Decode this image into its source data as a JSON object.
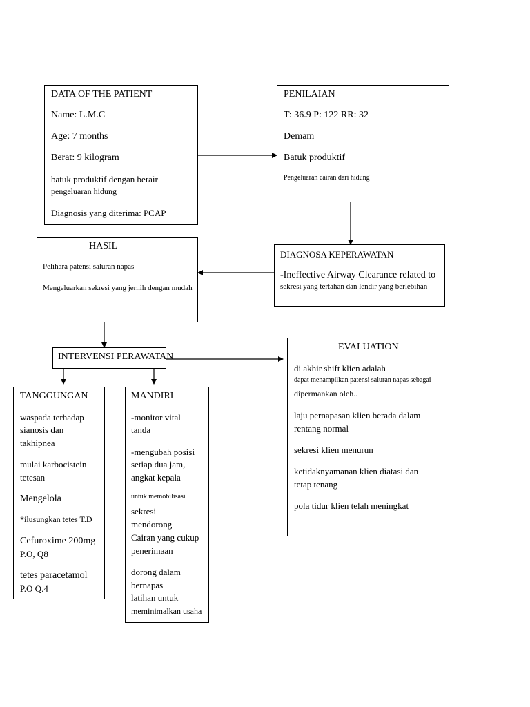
{
  "patient": {
    "title": "DATA OF THE PATIENT",
    "name": "Name: L.M.C",
    "age": "Age: 7 months",
    "weight": "Berat: 9 kilogram",
    "complaint_1": "batuk produktif dengan berair",
    "complaint_2": "pengeluaran hidung",
    "diagnosis": "Diagnosis yang diterima: PCAP"
  },
  "assessment": {
    "title": "PENILAIAN",
    "vitals": "T: 36.9 P: 122 RR: 32",
    "item_1": "Demam",
    "item_2": "Batuk produktif",
    "item_3": "Pengeluaran cairan dari hidung"
  },
  "nursing_diagnosis": {
    "title": "DIAGNOSA KEPERAWATAN",
    "line_1": "-Ineffective Airway Clearance related to",
    "line_2": "sekresi yang tertahan dan lendir yang berlebihan"
  },
  "outcome": {
    "title": "HASIL",
    "line_1": "Pelihara patensi saluran napas",
    "line_2": "Mengeluarkan sekresi yang jernih dengan mudah"
  },
  "intervention": {
    "title": "INTERVENSI PERAWATAN"
  },
  "dependent": {
    "title": "TANGGUNGAN",
    "l1": "waspada terhadap",
    "l2": "sianosis dan",
    "l3": "takhipnea",
    "l4": "mulai karbocistein",
    "l5": "tetesan",
    "l6": "Mengelola",
    "l7": "*ilusungkan tetes T.D",
    "l8": "Cefuroxime 200mg",
    "l9": "P.O, Q8",
    "l10": "tetes paracetamol",
    "l11": "P.O Q.4"
  },
  "independent": {
    "title": "MANDIRI",
    "l1": "-monitor vital",
    "l2": "tanda",
    "l3": "-mengubah posisi",
    "l4": "setiap dua jam,",
    "l5": "angkat kepala",
    "l6": "untuk memobilisasi",
    "l7": "sekresi",
    "l8": "mendorong",
    "l9": "Cairan yang cukup",
    "l10": "penerimaan",
    "l11": "dorong dalam",
    "l12": "bernapas",
    "l13": "latihan untuk",
    "l14": "meminimalkan usaha"
  },
  "evaluation": {
    "title": "EVALUATION",
    "l1": "di akhir shift klien adalah",
    "l2": "dapat menampilkan patensi saluran napas sebagai",
    "l3": "dipermankan oleh..",
    "l4": "laju pernapasan klien berada dalam",
    "l5": "rentang normal",
    "l6": "sekresi klien menurun",
    "l7": "ketidaknyamanan klien diatasi dan",
    "l8": "tetap tenang",
    "l9": "pola tidur klien telah meningkat"
  }
}
